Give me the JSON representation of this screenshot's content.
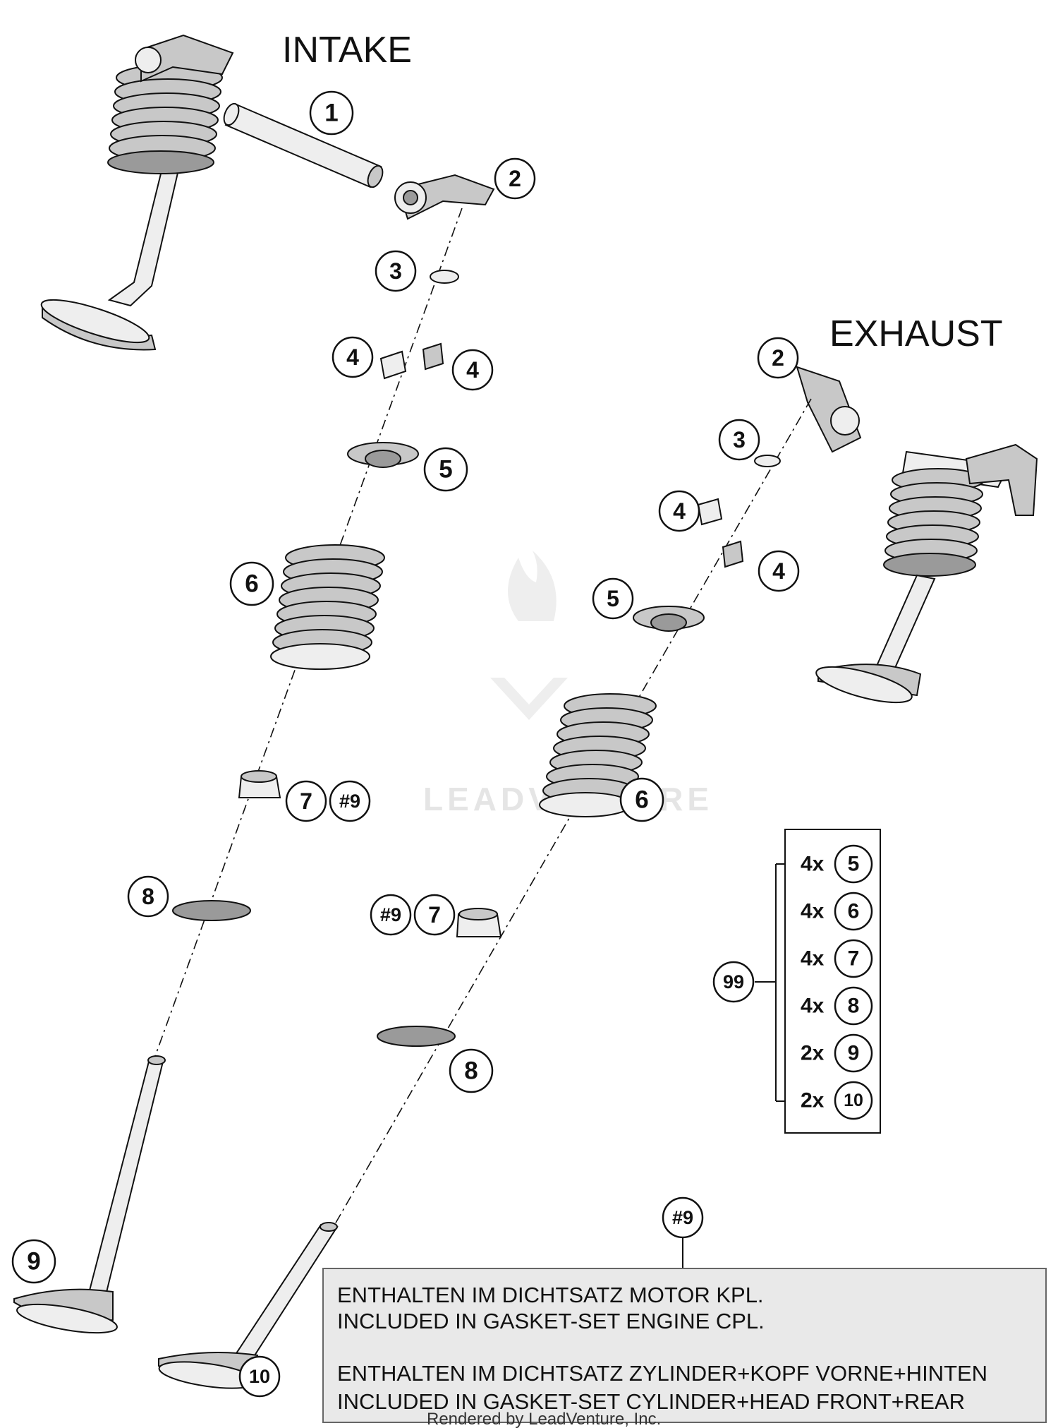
{
  "titles": {
    "intake": "INTAKE",
    "exhaust": "EXHAUST"
  },
  "callouts": {
    "intake": [
      {
        "id": "i-1",
        "label": "1"
      },
      {
        "id": "i-2",
        "label": "2"
      },
      {
        "id": "i-3",
        "label": "3"
      },
      {
        "id": "i-4a",
        "label": "4"
      },
      {
        "id": "i-4b",
        "label": "4"
      },
      {
        "id": "i-5",
        "label": "5"
      },
      {
        "id": "i-6",
        "label": "6"
      },
      {
        "id": "i-7",
        "label": "7"
      },
      {
        "id": "i-9ref",
        "label": "#9"
      },
      {
        "id": "i-8",
        "label": "8"
      },
      {
        "id": "i-9",
        "label": "9"
      }
    ],
    "exhaust": [
      {
        "id": "e-2",
        "label": "2"
      },
      {
        "id": "e-3",
        "label": "3"
      },
      {
        "id": "e-4a",
        "label": "4"
      },
      {
        "id": "e-4b",
        "label": "4"
      },
      {
        "id": "e-5",
        "label": "5"
      },
      {
        "id": "e-6",
        "label": "6"
      },
      {
        "id": "e-9ref",
        "label": "#9"
      },
      {
        "id": "e-7",
        "label": "7"
      },
      {
        "id": "e-8",
        "label": "8"
      },
      {
        "id": "e-10",
        "label": "10"
      }
    ]
  },
  "kit": {
    "label": "99",
    "items": [
      {
        "qty": "4x",
        "part": "5"
      },
      {
        "qty": "4x",
        "part": "6"
      },
      {
        "qty": "4x",
        "part": "7"
      },
      {
        "qty": "4x",
        "part": "8"
      },
      {
        "qty": "2x",
        "part": "9"
      },
      {
        "qty": "2x",
        "part": "10"
      }
    ]
  },
  "note": {
    "label": "#9",
    "lines": [
      "ENTHALTEN IM DICHTSATZ MOTOR KPL.",
      "INCLUDED IN GASKET-SET ENGINE CPL.",
      "ENTHALTEN IM DICHTSATZ ZYLINDER+KOPF VORNE+HINTEN",
      "INCLUDED IN GASKET-SET CYLINDER+HEAD FRONT+REAR"
    ]
  },
  "watermark": "LEADVENTURE",
  "credit": "Rendered by LeadVenture, Inc."
}
